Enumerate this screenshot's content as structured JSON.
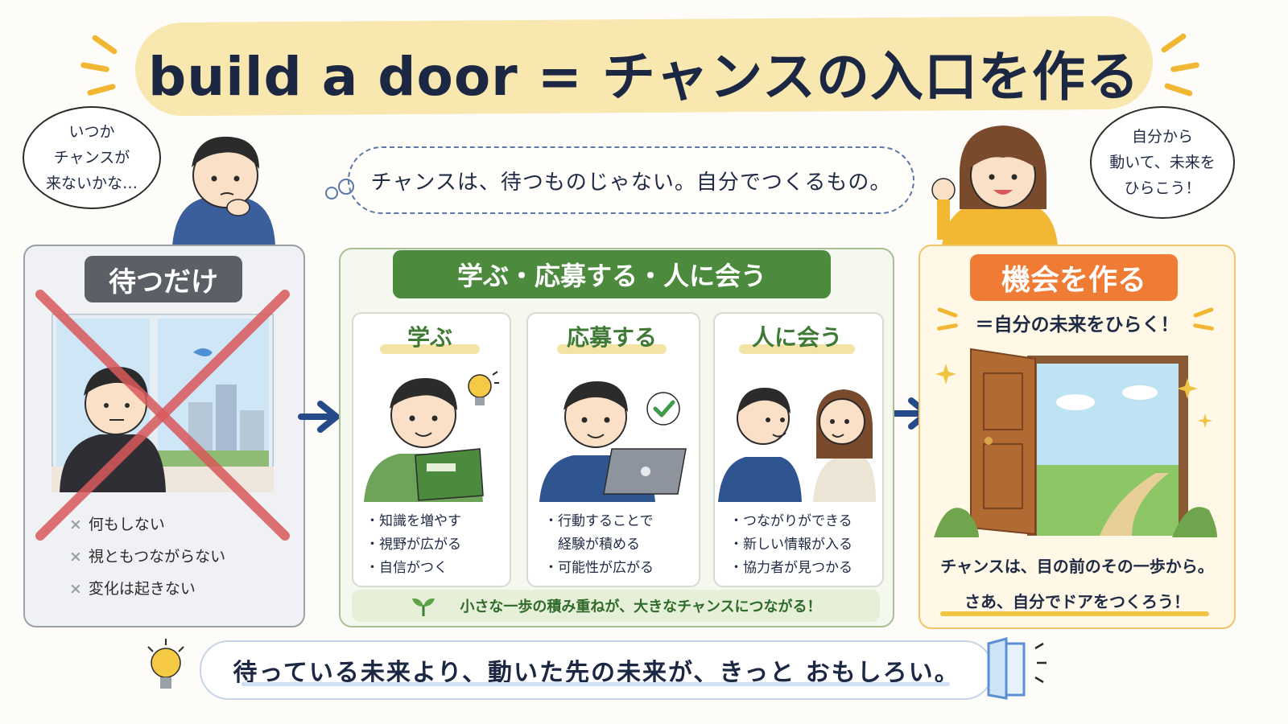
{
  "title": "build a door = チャンスの入口を作る",
  "bubbles": {
    "left": "いつか\nチャンスが\n来ないかな…",
    "right": "自分から\n動いて、未来を\nひらこう！",
    "center": "チャンスは、待つものじゃない。自分でつくるもの。"
  },
  "left_panel": {
    "label": "待つだけ",
    "items": [
      "何もしない",
      "視ともつながらない",
      "変化は起きない"
    ],
    "x_mark": "×"
  },
  "middle_panel": {
    "label": "学ぶ・応募する・人に会う",
    "cards": [
      {
        "title": "学ぶ",
        "bullets": "・知識を増やす\n・視野が広がる\n・自信がつく"
      },
      {
        "title": "応募する",
        "bullets": "・行動することで\n　経験が積める\n・可能性が広がる"
      },
      {
        "title": "人に会う",
        "bullets": "・つながりができる\n・新しい情報が入る\n・協力者が見つかる"
      }
    ],
    "footer": "小さな一歩の積み重ねが、大きなチャンスにつながる！"
  },
  "right_panel": {
    "label": "機会を作る",
    "subtitle": "＝自分の未来をひらく！",
    "closing_line1": "チャンスは、目の前のその一歩から。",
    "closing_line2": "さあ、自分でドアをつくろう！"
  },
  "bottom": "待っている未来より、動いた先の未来が、きっと おもしろい。",
  "colors": {
    "title_band": "#f8e7ae",
    "gray_label": "#5c5f66",
    "green_label": "#4c8a3e",
    "orange_label": "#ef7b35",
    "arrow": "#254a8a",
    "cross": "#d9595b"
  },
  "icons": [
    "lightbulb-icon",
    "checkmark-icon",
    "sprout-icon",
    "door-icon",
    "arrow-right-icon",
    "sparkle-icon"
  ]
}
